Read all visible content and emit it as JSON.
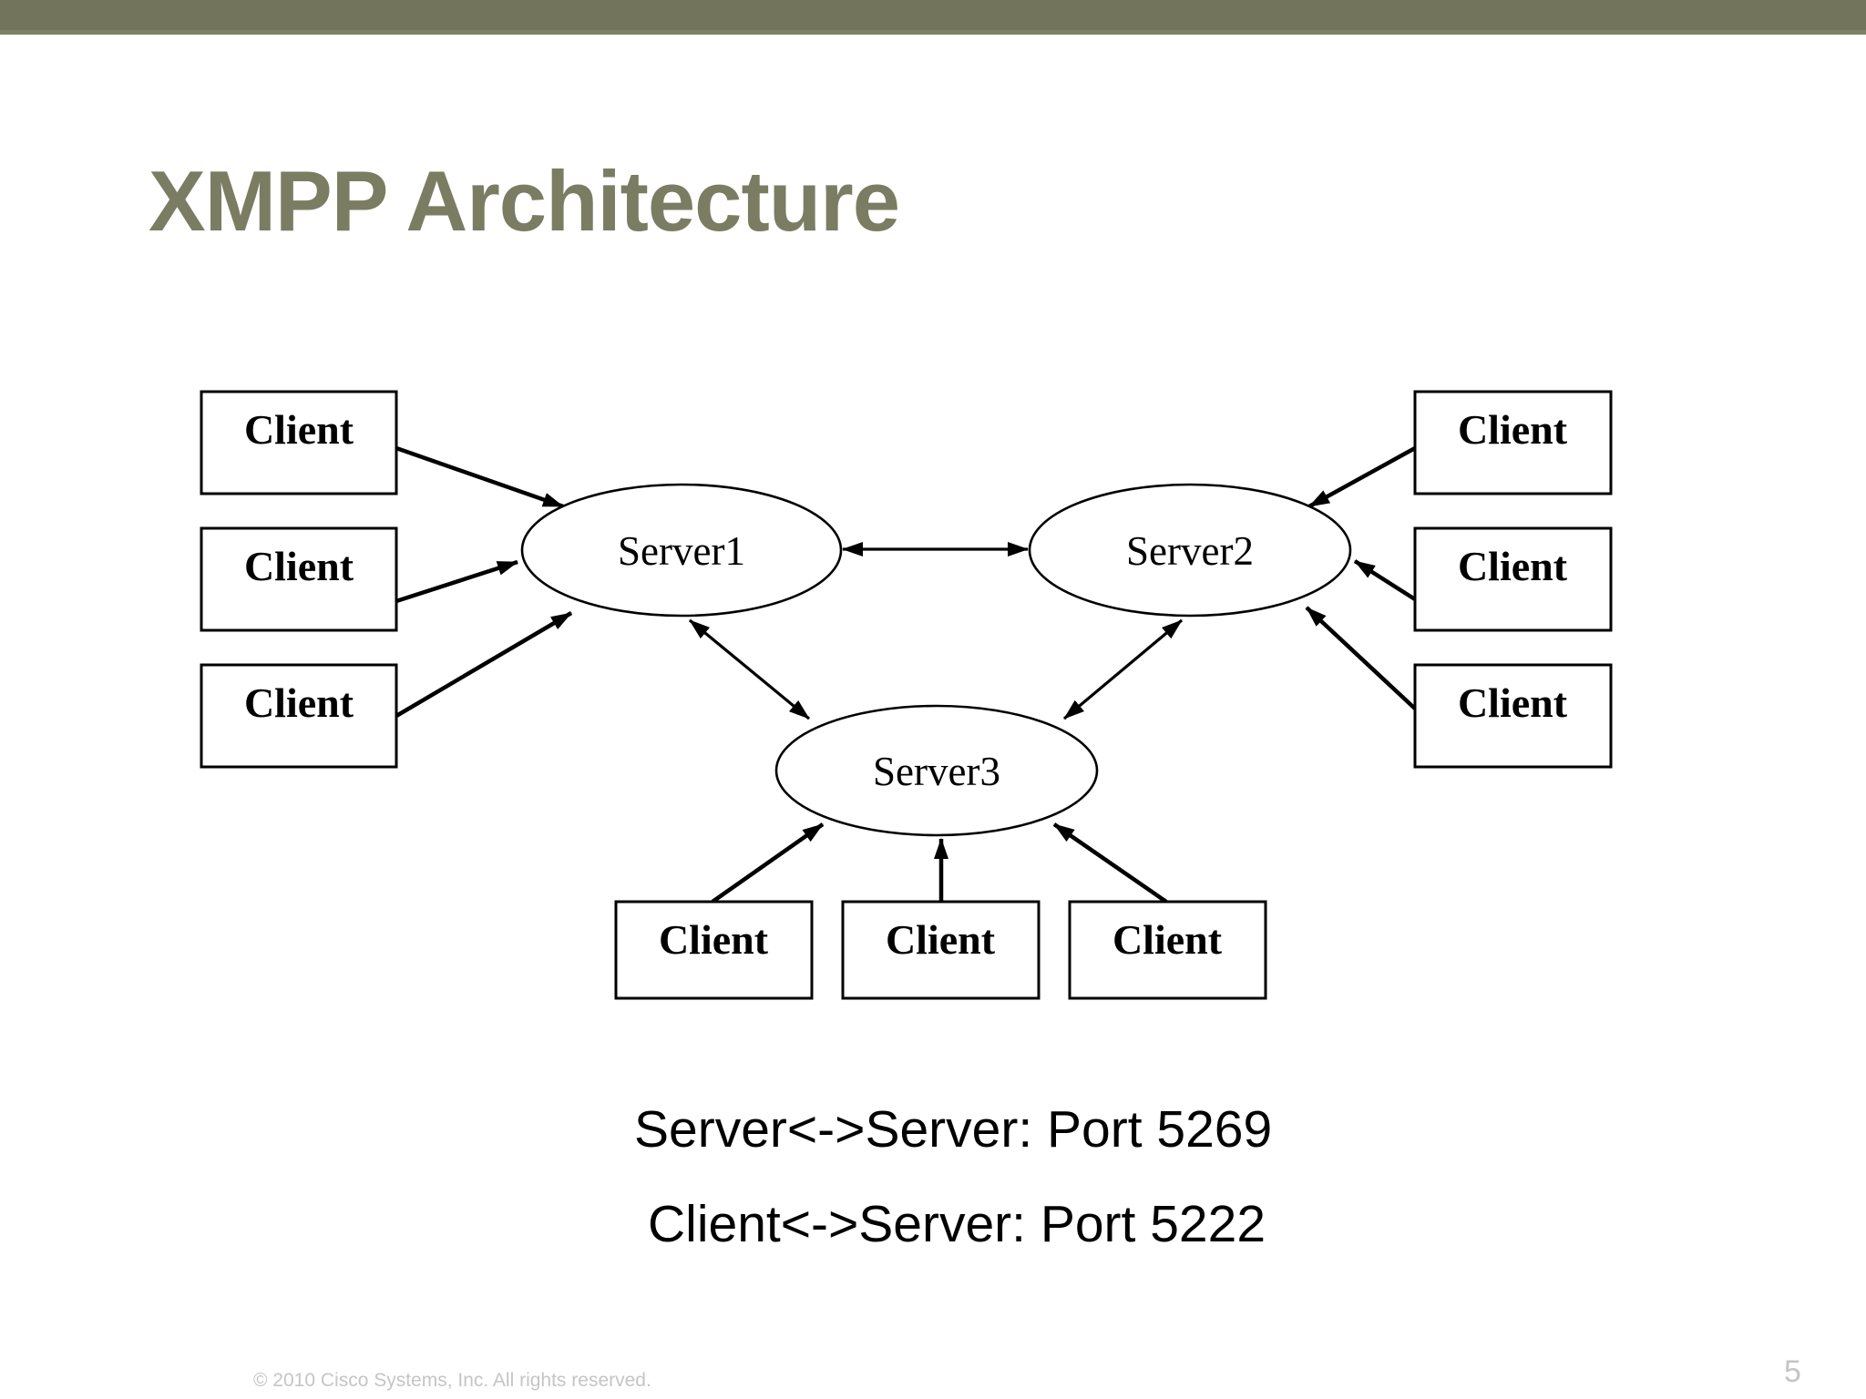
{
  "slide": {
    "title": "XMPP Architecture",
    "footer": {
      "copyright": "© 2010 Cisco Systems, Inc. All rights reserved.",
      "page_number": "5"
    }
  },
  "diagram": {
    "servers": [
      {
        "label": "Server1"
      },
      {
        "label": "Server2"
      },
      {
        "label": "Server3"
      }
    ],
    "clients": [
      {
        "label": "Client",
        "group": "left"
      },
      {
        "label": "Client",
        "group": "left"
      },
      {
        "label": "Client",
        "group": "left"
      },
      {
        "label": "Client",
        "group": "right"
      },
      {
        "label": "Client",
        "group": "right"
      },
      {
        "label": "Client",
        "group": "right"
      },
      {
        "label": "Client",
        "group": "bottom"
      },
      {
        "label": "Client",
        "group": "bottom"
      },
      {
        "label": "Client",
        "group": "bottom"
      }
    ]
  },
  "notes": {
    "line1": "Server<->Server: Port 5269",
    "line2": "Client<->Server: Port 5222"
  },
  "colors": {
    "top_bar": "#72755b",
    "top_bar_accent": "#7e8163",
    "title_text": "#7a7d62",
    "diagram_ink": "#000000",
    "footer_text": "#c5c5c5",
    "background": "#ffffff"
  }
}
